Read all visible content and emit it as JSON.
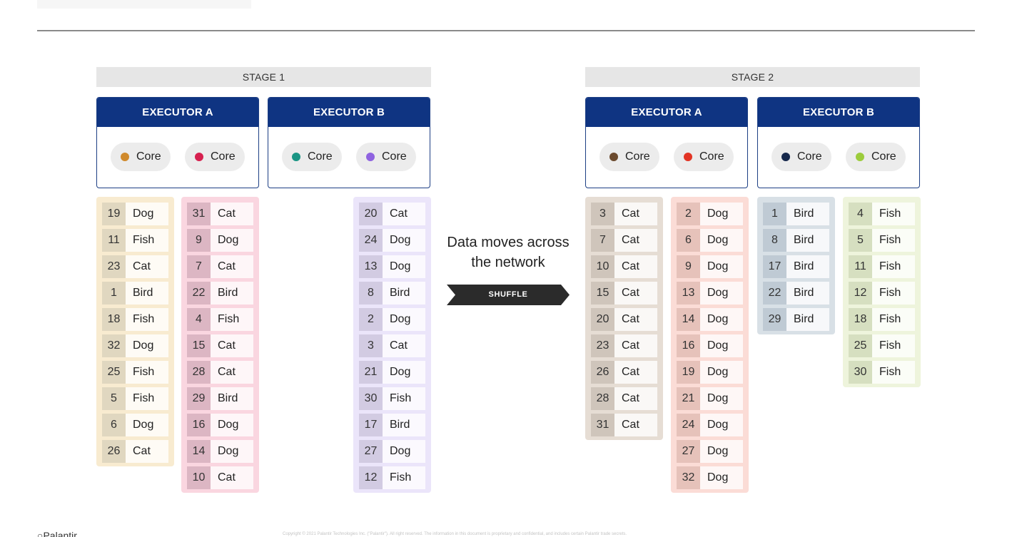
{
  "stage1": {
    "label": "STAGE 1",
    "executors": [
      {
        "title": "EXECUTOR A",
        "cores": [
          {
            "label": "Core",
            "color": "#d08a2c"
          },
          {
            "label": "Core",
            "color": "#d6204f"
          }
        ]
      },
      {
        "title": "EXECUTOR B",
        "cores": [
          {
            "label": "Core",
            "color": "#1a9584"
          },
          {
            "label": "Core",
            "color": "#8f63e0"
          }
        ]
      }
    ]
  },
  "stage2": {
    "label": "STAGE 2",
    "executors": [
      {
        "title": "EXECUTOR A",
        "cores": [
          {
            "label": "Core",
            "color": "#6b4a2e"
          },
          {
            "label": "Core",
            "color": "#e23424"
          }
        ]
      },
      {
        "title": "EXECUTOR B",
        "cores": [
          {
            "label": "Core",
            "color": "#16284c"
          },
          {
            "label": "Core",
            "color": "#9ccc3c"
          }
        ]
      }
    ]
  },
  "middle": {
    "line1": "Data moves across",
    "line2": "the network",
    "shuffle_label": "SHUFFLE"
  },
  "partitions": [
    {
      "id": "s1-ea-core1",
      "bg": "#f8ebd0",
      "num_bg": "#e0d7c0",
      "rows": [
        {
          "num": "19",
          "animal": "Dog"
        },
        {
          "num": "11",
          "animal": "Fish"
        },
        {
          "num": "23",
          "animal": "Cat"
        },
        {
          "num": "1",
          "animal": "Bird"
        },
        {
          "num": "18",
          "animal": "Fish"
        },
        {
          "num": "32",
          "animal": "Dog"
        },
        {
          "num": "25",
          "animal": "Fish"
        },
        {
          "num": "5",
          "animal": "Fish"
        },
        {
          "num": "6",
          "animal": "Dog"
        },
        {
          "num": "26",
          "animal": "Cat"
        }
      ]
    },
    {
      "id": "s1-ea-core2",
      "bg": "#fad6e0",
      "num_bg": "#dcb6c3",
      "rows": [
        {
          "num": "31",
          "animal": "Cat"
        },
        {
          "num": "9",
          "animal": "Dog"
        },
        {
          "num": "7",
          "animal": "Cat"
        },
        {
          "num": "22",
          "animal": "Bird"
        },
        {
          "num": "4",
          "animal": "Fish"
        },
        {
          "num": "15",
          "animal": "Cat"
        },
        {
          "num": "28",
          "animal": "Cat"
        },
        {
          "num": "29",
          "animal": "Bird"
        },
        {
          "num": "16",
          "animal": "Dog"
        },
        {
          "num": "14",
          "animal": "Dog"
        },
        {
          "num": "10",
          "animal": "Cat"
        }
      ]
    },
    {
      "id": "s1-eb-core2",
      "bg": "#ebe5fa",
      "num_bg": "#d2cbe2",
      "rows": [
        {
          "num": "20",
          "animal": "Cat"
        },
        {
          "num": "24",
          "animal": "Dog"
        },
        {
          "num": "13",
          "animal": "Dog"
        },
        {
          "num": "8",
          "animal": "Bird"
        },
        {
          "num": "2",
          "animal": "Dog"
        },
        {
          "num": "3",
          "animal": "Cat"
        },
        {
          "num": "21",
          "animal": "Dog"
        },
        {
          "num": "30",
          "animal": "Fish"
        },
        {
          "num": "17",
          "animal": "Bird"
        },
        {
          "num": "27",
          "animal": "Dog"
        },
        {
          "num": "12",
          "animal": "Fish"
        }
      ]
    },
    {
      "id": "s2-ea-core1",
      "bg": "#e6ddd4",
      "num_bg": "#cfc5bb",
      "rows": [
        {
          "num": "3",
          "animal": "Cat"
        },
        {
          "num": "7",
          "animal": "Cat"
        },
        {
          "num": "10",
          "animal": "Cat"
        },
        {
          "num": "15",
          "animal": "Cat"
        },
        {
          "num": "20",
          "animal": "Cat"
        },
        {
          "num": "23",
          "animal": "Cat"
        },
        {
          "num": "26",
          "animal": "Cat"
        },
        {
          "num": "28",
          "animal": "Cat"
        },
        {
          "num": "31",
          "animal": "Cat"
        }
      ]
    },
    {
      "id": "s2-ea-core2",
      "bg": "#fbdcd6",
      "num_bg": "#e6c2ba",
      "rows": [
        {
          "num": "2",
          "animal": "Dog"
        },
        {
          "num": "6",
          "animal": "Dog"
        },
        {
          "num": "9",
          "animal": "Dog"
        },
        {
          "num": "13",
          "animal": "Dog"
        },
        {
          "num": "14",
          "animal": "Dog"
        },
        {
          "num": "16",
          "animal": "Dog"
        },
        {
          "num": "19",
          "animal": "Dog"
        },
        {
          "num": "21",
          "animal": "Dog"
        },
        {
          "num": "24",
          "animal": "Dog"
        },
        {
          "num": "27",
          "animal": "Dog"
        },
        {
          "num": "32",
          "animal": "Dog"
        }
      ]
    },
    {
      "id": "s2-eb-core1",
      "bg": "#d8e0e6",
      "num_bg": "#bfcad4",
      "rows": [
        {
          "num": "1",
          "animal": "Bird"
        },
        {
          "num": "8",
          "animal": "Bird"
        },
        {
          "num": "17",
          "animal": "Bird"
        },
        {
          "num": "22",
          "animal": "Bird"
        },
        {
          "num": "29",
          "animal": "Bird"
        }
      ]
    },
    {
      "id": "s2-eb-core2",
      "bg": "#eef4dc",
      "num_bg": "#d6dfc0",
      "rows": [
        {
          "num": "4",
          "animal": "Fish"
        },
        {
          "num": "5",
          "animal": "Fish"
        },
        {
          "num": "11",
          "animal": "Fish"
        },
        {
          "num": "12",
          "animal": "Fish"
        },
        {
          "num": "18",
          "animal": "Fish"
        },
        {
          "num": "25",
          "animal": "Fish"
        },
        {
          "num": "30",
          "animal": "Fish"
        }
      ]
    }
  ],
  "footer": {
    "logo_text": "Palantir",
    "copyright": "Copyright © 2021 Palantir Technologies Inc. (\"Palantir\"). All right reserved. The information in this document is proprietary and confidential, and includes certain Palantir trade secrets."
  }
}
